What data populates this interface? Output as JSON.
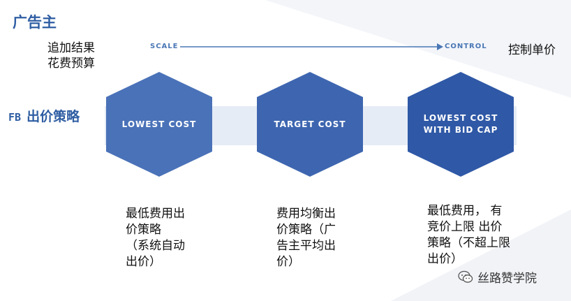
{
  "advertiser_label": "广告主",
  "left_labels": {
    "line1": "追加结果",
    "line2": "花费预算"
  },
  "axis": {
    "scale_label": "SCALE",
    "control_label": "CONTROL"
  },
  "right_label": "控制单价",
  "fb_strategy": {
    "fb": "FB",
    "text": "出价策略"
  },
  "hexagons": [
    {
      "line1": "LOWEST COST",
      "line2": ""
    },
    {
      "line1": "TARGET COST",
      "line2": ""
    },
    {
      "line1": "LOWEST COST",
      "line2": "WITH BID CAP"
    }
  ],
  "descriptions": [
    {
      "l1": "最低费用出",
      "l2": "价策略",
      "l3": "（系统自动",
      "l4": "出价）"
    },
    {
      "l1": "费用均衡出",
      "l2": "价策略（广",
      "l3": "告主平均出",
      "l4": "价）"
    },
    {
      "l1": "最低费用， 有",
      "l2": "竞价上限 出价",
      "l3": "策略（不超上限",
      "l4": "出价）"
    }
  ],
  "watermark": {
    "text": "丝路赞学院",
    "icon": "wechat-icon"
  },
  "colors": {
    "accent": "#2f5ea3",
    "hex1": "#4a72b8",
    "hex2": "#3e66b0",
    "hex3": "#2f58a6",
    "band": "#e6ecf5"
  }
}
